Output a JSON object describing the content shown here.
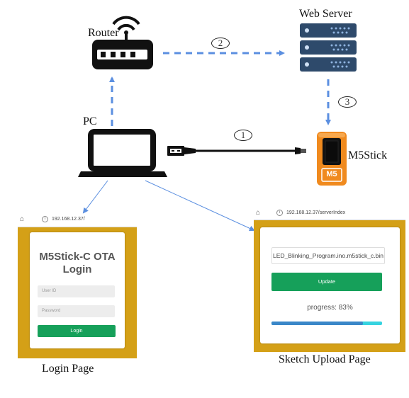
{
  "labels": {
    "router": "Router",
    "web_server": "Web Server",
    "pc": "PC",
    "m5stick": "M5Stick",
    "login_caption": "Login Page",
    "upload_caption": "Sketch Upload Page"
  },
  "steps": [
    "1",
    "2",
    "3"
  ],
  "device_badge": "M5",
  "login_page": {
    "url": "192.168.12.37/",
    "title_line1": "M5Stick-C OTA",
    "title_line2": "Login",
    "user_placeholder": "User ID",
    "password_placeholder": "Password",
    "login_button": "Login"
  },
  "upload_page": {
    "url": "192.168.12.37/serverIndex",
    "file_name": "LED_Blinking_Program.ino.m5stick_c.bin",
    "update_button": "Update",
    "progress_text": "progress: 83%",
    "progress_fraction": 0.83
  },
  "colors": {
    "arrow": "#5b8fe0",
    "gold_frame": "#d4a017",
    "button_green": "#16a05a",
    "progress_blue": "#3a87c8",
    "progress_track": "#36d3e0",
    "device_orange": "#f08a1e",
    "server_navy": "#2e4a6b"
  },
  "icons": [
    "router-icon",
    "server-icon",
    "laptop-icon",
    "usb-cable-icon",
    "m5stick-device-icon",
    "home-icon",
    "info-icon"
  ]
}
